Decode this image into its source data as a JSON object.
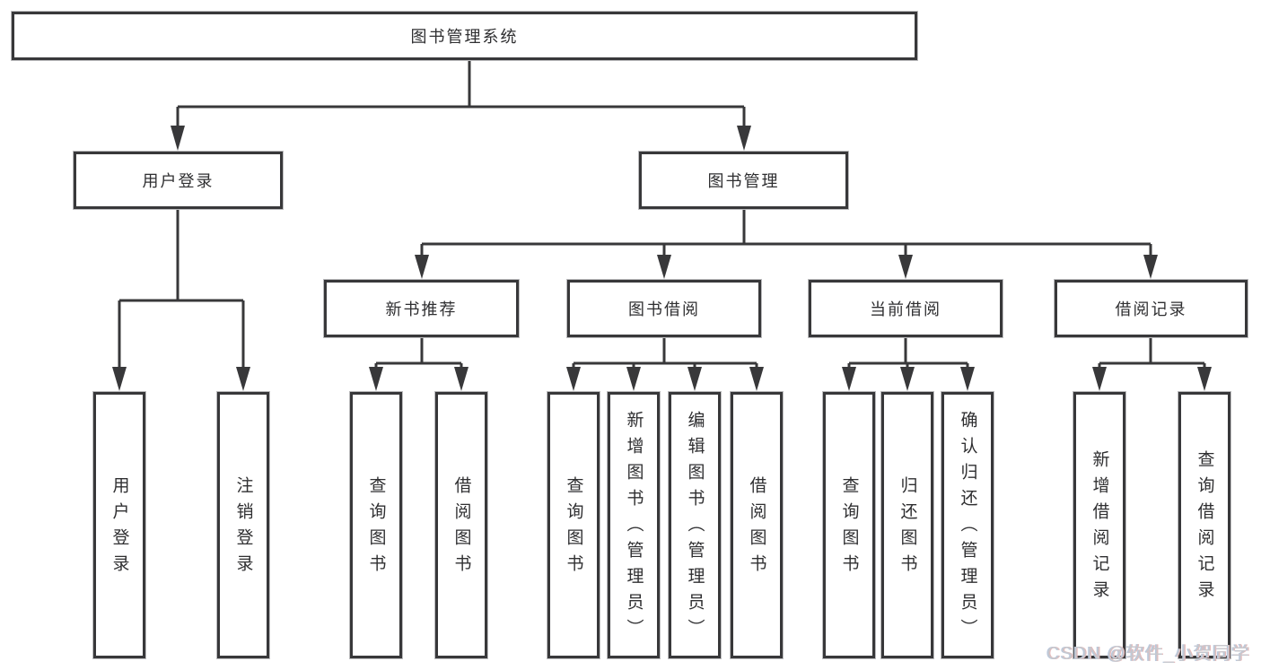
{
  "tree": {
    "label": "图书管理系统",
    "children": [
      {
        "label": "用户登录",
        "children": [
          {
            "label": "用户登录"
          },
          {
            "label": "注销登录"
          }
        ]
      },
      {
        "label": "图书管理",
        "children": [
          {
            "label": "新书推荐",
            "children": [
              {
                "label": "查询图书"
              },
              {
                "label": "借阅图书"
              }
            ]
          },
          {
            "label": "图书借阅",
            "children": [
              {
                "label": "查询图书"
              },
              {
                "label": "新增图书（管理员）"
              },
              {
                "label": "编辑图书（管理员）"
              },
              {
                "label": "借阅图书"
              }
            ]
          },
          {
            "label": "当前借阅",
            "children": [
              {
                "label": "查询图书"
              },
              {
                "label": "归还图书"
              },
              {
                "label": "确认归还（管理员）"
              }
            ]
          },
          {
            "label": "借阅记录",
            "children": [
              {
                "label": "新增借阅记录"
              },
              {
                "label": "查询借阅记录"
              }
            ]
          }
        ]
      }
    ]
  },
  "watermark": "CSDN @软件_小贺同学",
  "colors": {
    "line": "#38383a",
    "text": "#2f2f31",
    "background": "#ffffff",
    "watermark": "#c6c8ce"
  }
}
